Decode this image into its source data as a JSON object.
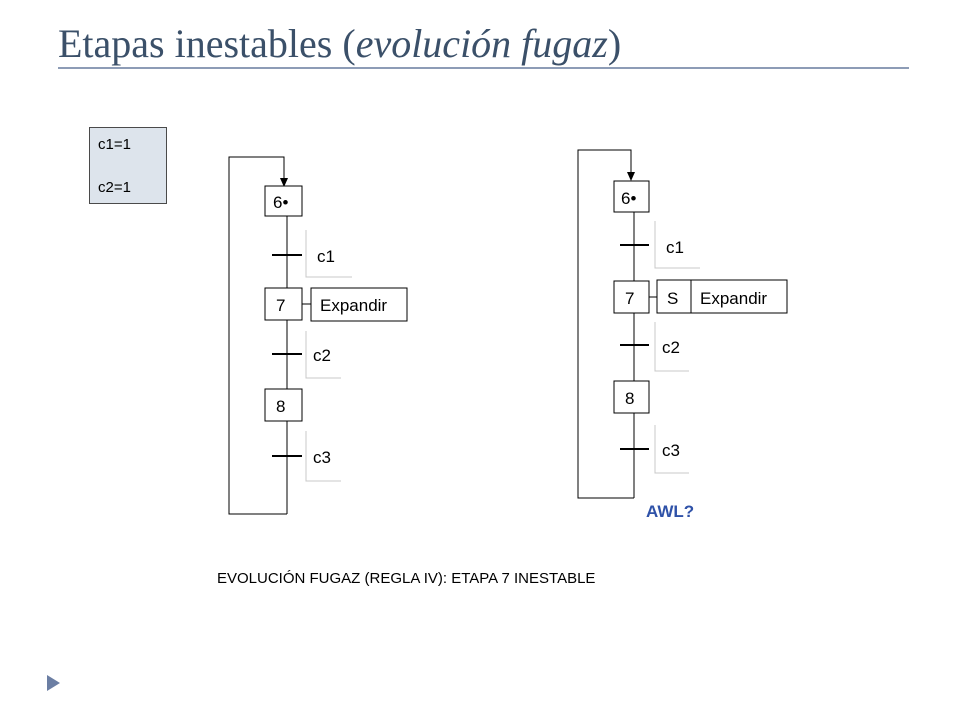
{
  "title": {
    "main": "Etapas inestables (",
    "italic": "evolución fugaz",
    "close": ")"
  },
  "conditions": {
    "c1": "c1=1",
    "c2": "c2=1"
  },
  "left_diagram": {
    "steps": [
      "6•",
      "7",
      "8"
    ],
    "transitions": [
      "c1",
      "c2",
      "c3"
    ],
    "action": "Expandir"
  },
  "right_diagram": {
    "steps": [
      "6•",
      "7",
      "8"
    ],
    "transitions": [
      "c1",
      "c2",
      "c3"
    ],
    "action_qualifier": "S",
    "action": "Expandir",
    "note": "AWL?"
  },
  "caption": "EVOLUCIÓN FUGAZ (REGLA IV): ETAPA 7 INESTABLE",
  "colors": {
    "title": "#3b5069",
    "rule": "#8d9cb6",
    "cond_bg": "#dde4ec",
    "awl": "#2f52a8",
    "nav": "#6b7ea3"
  }
}
